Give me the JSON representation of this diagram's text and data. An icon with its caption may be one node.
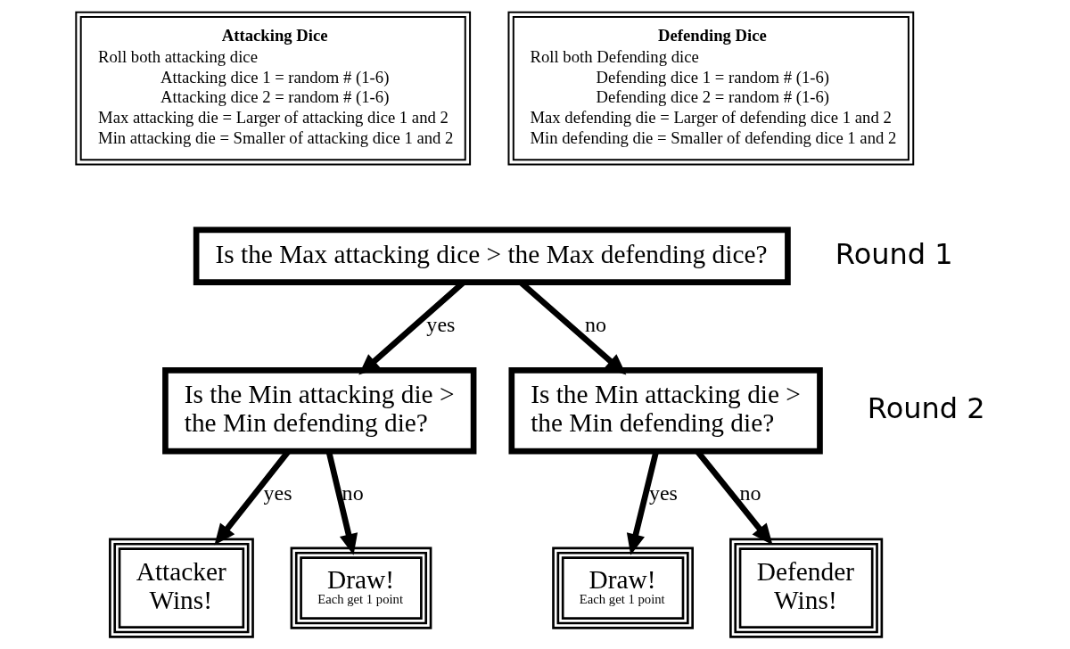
{
  "diagram": {
    "nodes": [
      {
        "text": [
          "Attacking Dice",
          "Roll both attacking dice",
          "Attacking dice 1 = random # (1-6)",
          "Attacking dice 2 = random # (1-6)",
          "Max attacking die = Larger of attacking dice 1 and 2",
          "Min attacking die = Smaller of attacking dice 1 and 2"
        ]
      },
      {
        "text": [
          "Defending Dice",
          "Roll both Defending dice",
          "Defending dice 1 = random # (1-6)",
          "Defending dice 2 = random # (1-6)",
          "Max defending die = Larger of defending dice 1 and 2",
          "Min defending die = Smaller of defending dice 1 and 2"
        ]
      },
      {
        "text": [
          "Is the Max attacking dice > the Max defending dice?"
        ]
      },
      {
        "text": [
          "Is the Min attacking die > the Min defending die?"
        ]
      },
      {
        "text": [
          "Is the Min attacking die > the Min defending die?"
        ]
      },
      {
        "text": [
          "Attacker Wins!"
        ]
      },
      {
        "text": [
          "Draw!",
          "Each get 1 point"
        ]
      },
      {
        "text": [
          "Draw!",
          "Each get 1 point"
        ]
      },
      {
        "text": [
          "Defender Wins!"
        ]
      }
    ],
    "edges": [
      {
        "from": 2,
        "to": 3,
        "arrow": "to",
        "label": "yes"
      },
      {
        "from": 2,
        "to": 4,
        "arrow": "to",
        "label": "no"
      },
      {
        "from": 3,
        "to": 5,
        "arrow": "to",
        "label": "yes"
      },
      {
        "from": 3,
        "to": 6,
        "arrow": "to",
        "label": "no"
      },
      {
        "from": 4,
        "to": 7,
        "arrow": "to",
        "label": "yes"
      },
      {
        "from": 4,
        "to": 8,
        "arrow": "to",
        "label": "no"
      }
    ],
    "labels": [
      "Round 1",
      "Round 2"
    ]
  }
}
